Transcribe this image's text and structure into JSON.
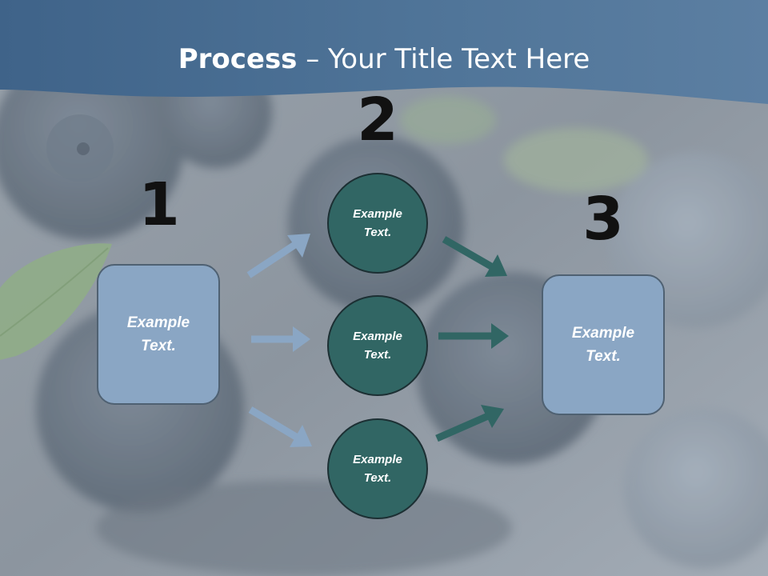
{
  "slide": {
    "title_bold": "Process",
    "title_rest": " – Your Title Text Here"
  },
  "steps": {
    "one": "1",
    "two": "2",
    "three": "3"
  },
  "boxes": {
    "left": "Example Text.",
    "right": "Example Text."
  },
  "circles": {
    "top": "Example Text.",
    "middle": "Example Text.",
    "bottom": "Example Text."
  },
  "colors": {
    "header": "#4f7498",
    "box_fill": "#8aa6c4",
    "circle_fill": "#316664",
    "arrow_light": "#8aa6c4",
    "arrow_dark": "#316664"
  }
}
